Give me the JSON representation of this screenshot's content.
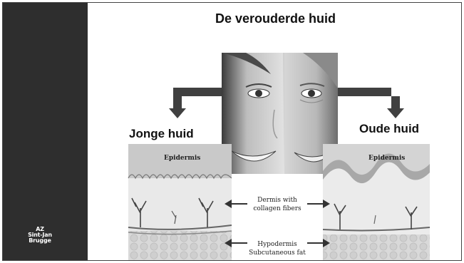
{
  "slide": {
    "title": "De verouderde huid",
    "logo": {
      "line1": "AZ",
      "line2": "Sint-Jan",
      "line3": "Brugge"
    }
  },
  "illustration": {
    "young_skin_label": "Jonge huid",
    "old_skin_label": "Oude huid",
    "epidermis_left": "Epidermis",
    "epidermis_right": "Epidermis",
    "dermis_line1": "Dermis with",
    "dermis_line2": "collagen fibers",
    "hypodermis_line1": "Hypodermis",
    "hypodermis_line2": "Subcutaneous fat"
  }
}
